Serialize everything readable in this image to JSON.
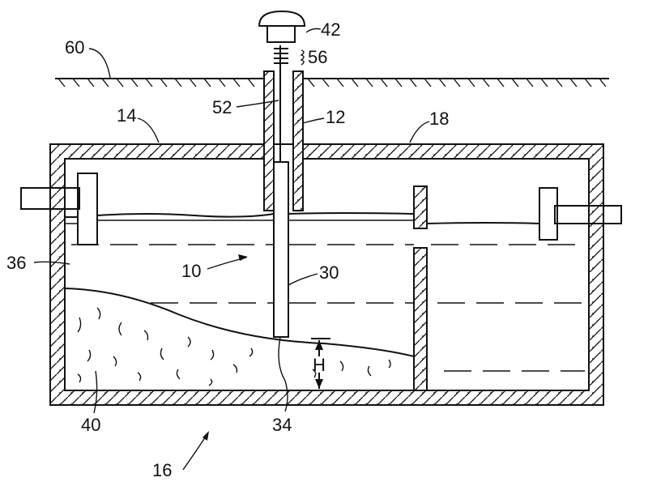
{
  "labels": {
    "cap": "42",
    "spring": "56",
    "ground": "60",
    "inner_rod": "52",
    "tube": "12",
    "lid_left": "14",
    "lid_right": "18",
    "chamber": "10",
    "liquid": "36",
    "probe": "30",
    "height": "H",
    "sludge": "40",
    "probe_tip": "34",
    "tank": "16"
  }
}
